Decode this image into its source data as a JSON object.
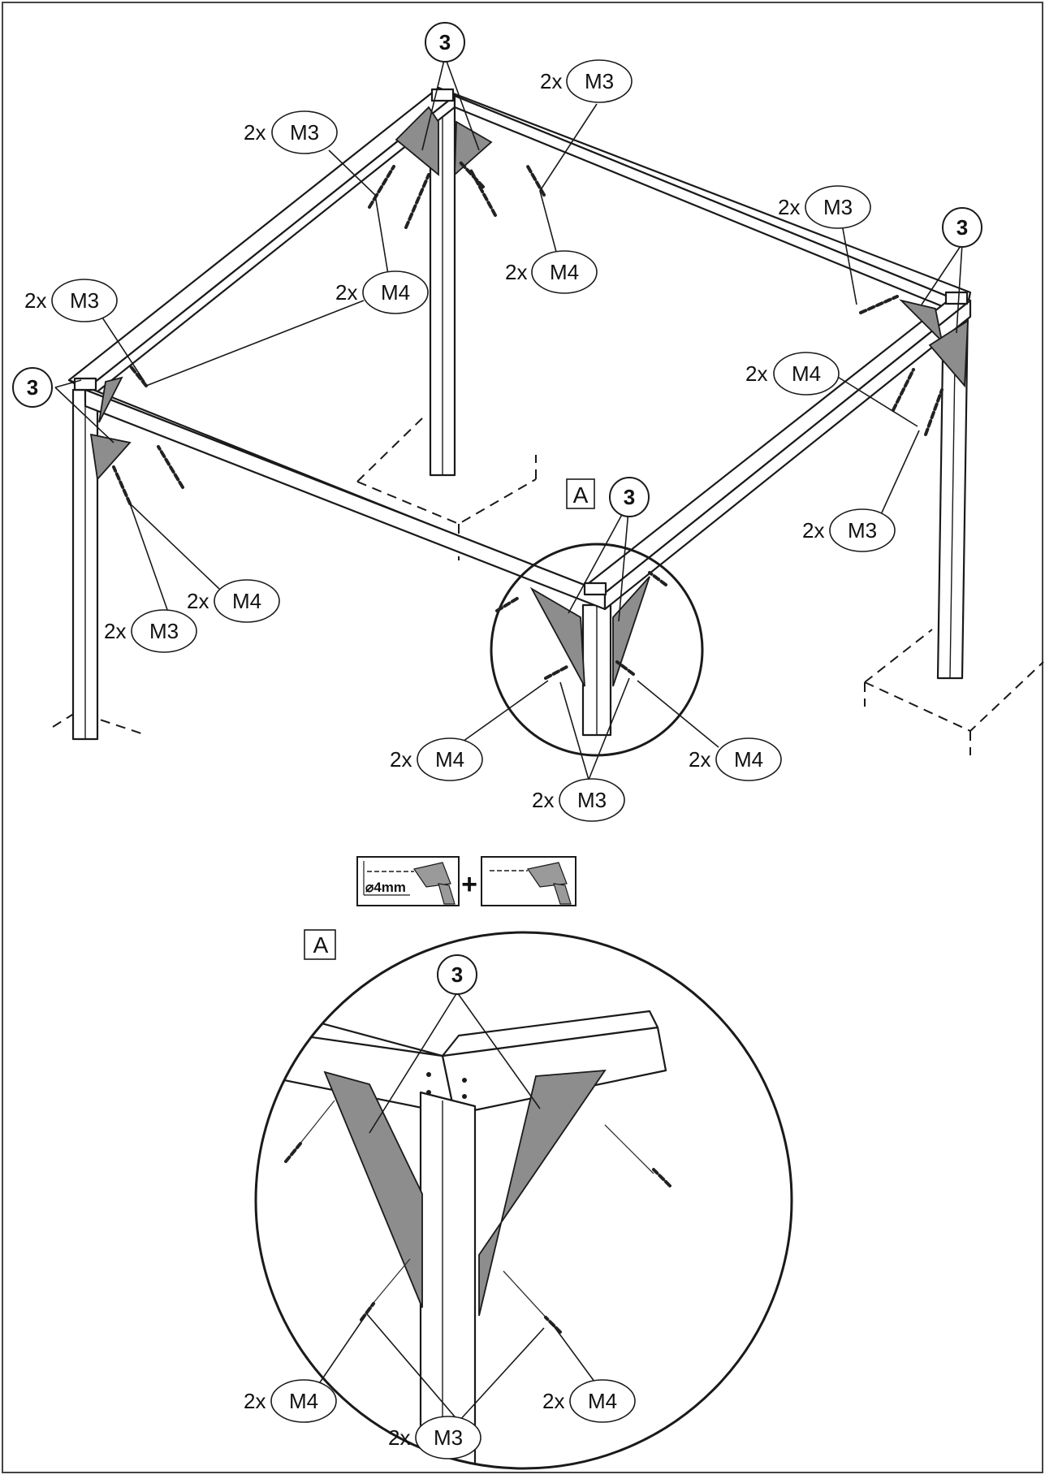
{
  "parts": {
    "part_number": "3",
    "screw_label": "M3",
    "bolt_label": "M4",
    "qty_prefix": "2x"
  },
  "detail": {
    "label": "A"
  },
  "tools": {
    "drill_bit": "⌀4mm",
    "plus": "+"
  }
}
